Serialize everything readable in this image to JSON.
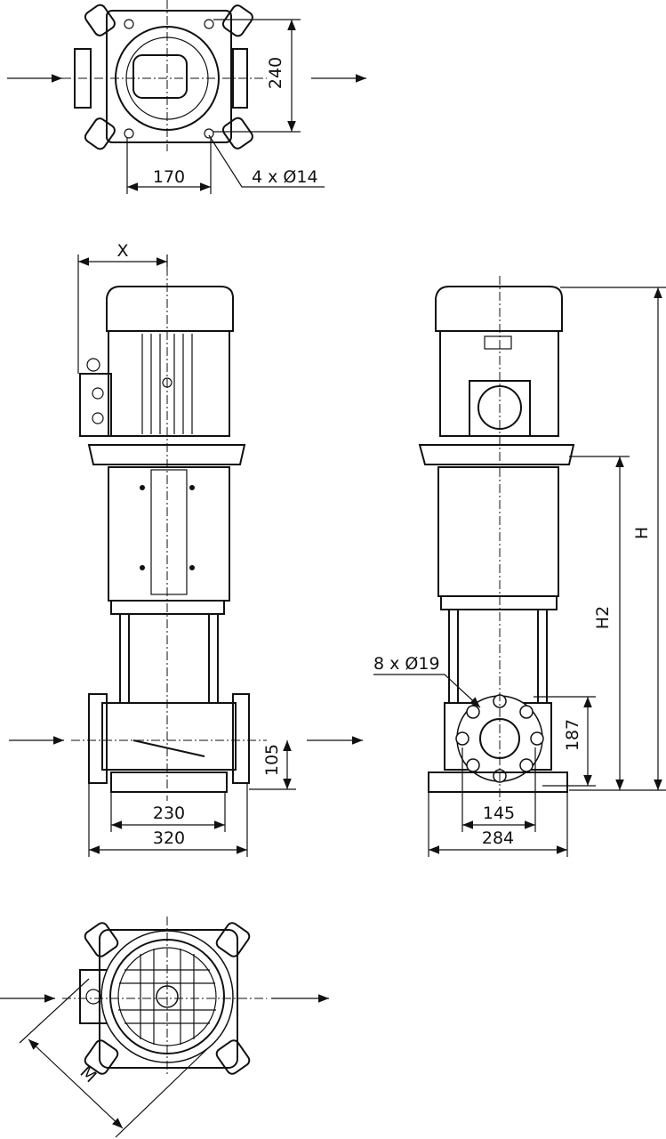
{
  "views": {
    "top": {
      "dim_depth": "240",
      "dim_width": "170",
      "holes": "4 x Ø14"
    },
    "front": {
      "dim_x": "X",
      "dim_inlet_height": "105",
      "dim_base_inner": "230",
      "dim_flange_width": "320"
    },
    "side": {
      "dim_total_height": "H",
      "dim_height_h2": "H2",
      "flange_holes": "8 x Ø19",
      "dim_flange_height": "187",
      "dim_base_inner": "145",
      "dim_base_outer": "284"
    },
    "bottom": {
      "dim_m": "M"
    }
  },
  "colors": {
    "line": "#111111",
    "background": "#ffffff"
  }
}
